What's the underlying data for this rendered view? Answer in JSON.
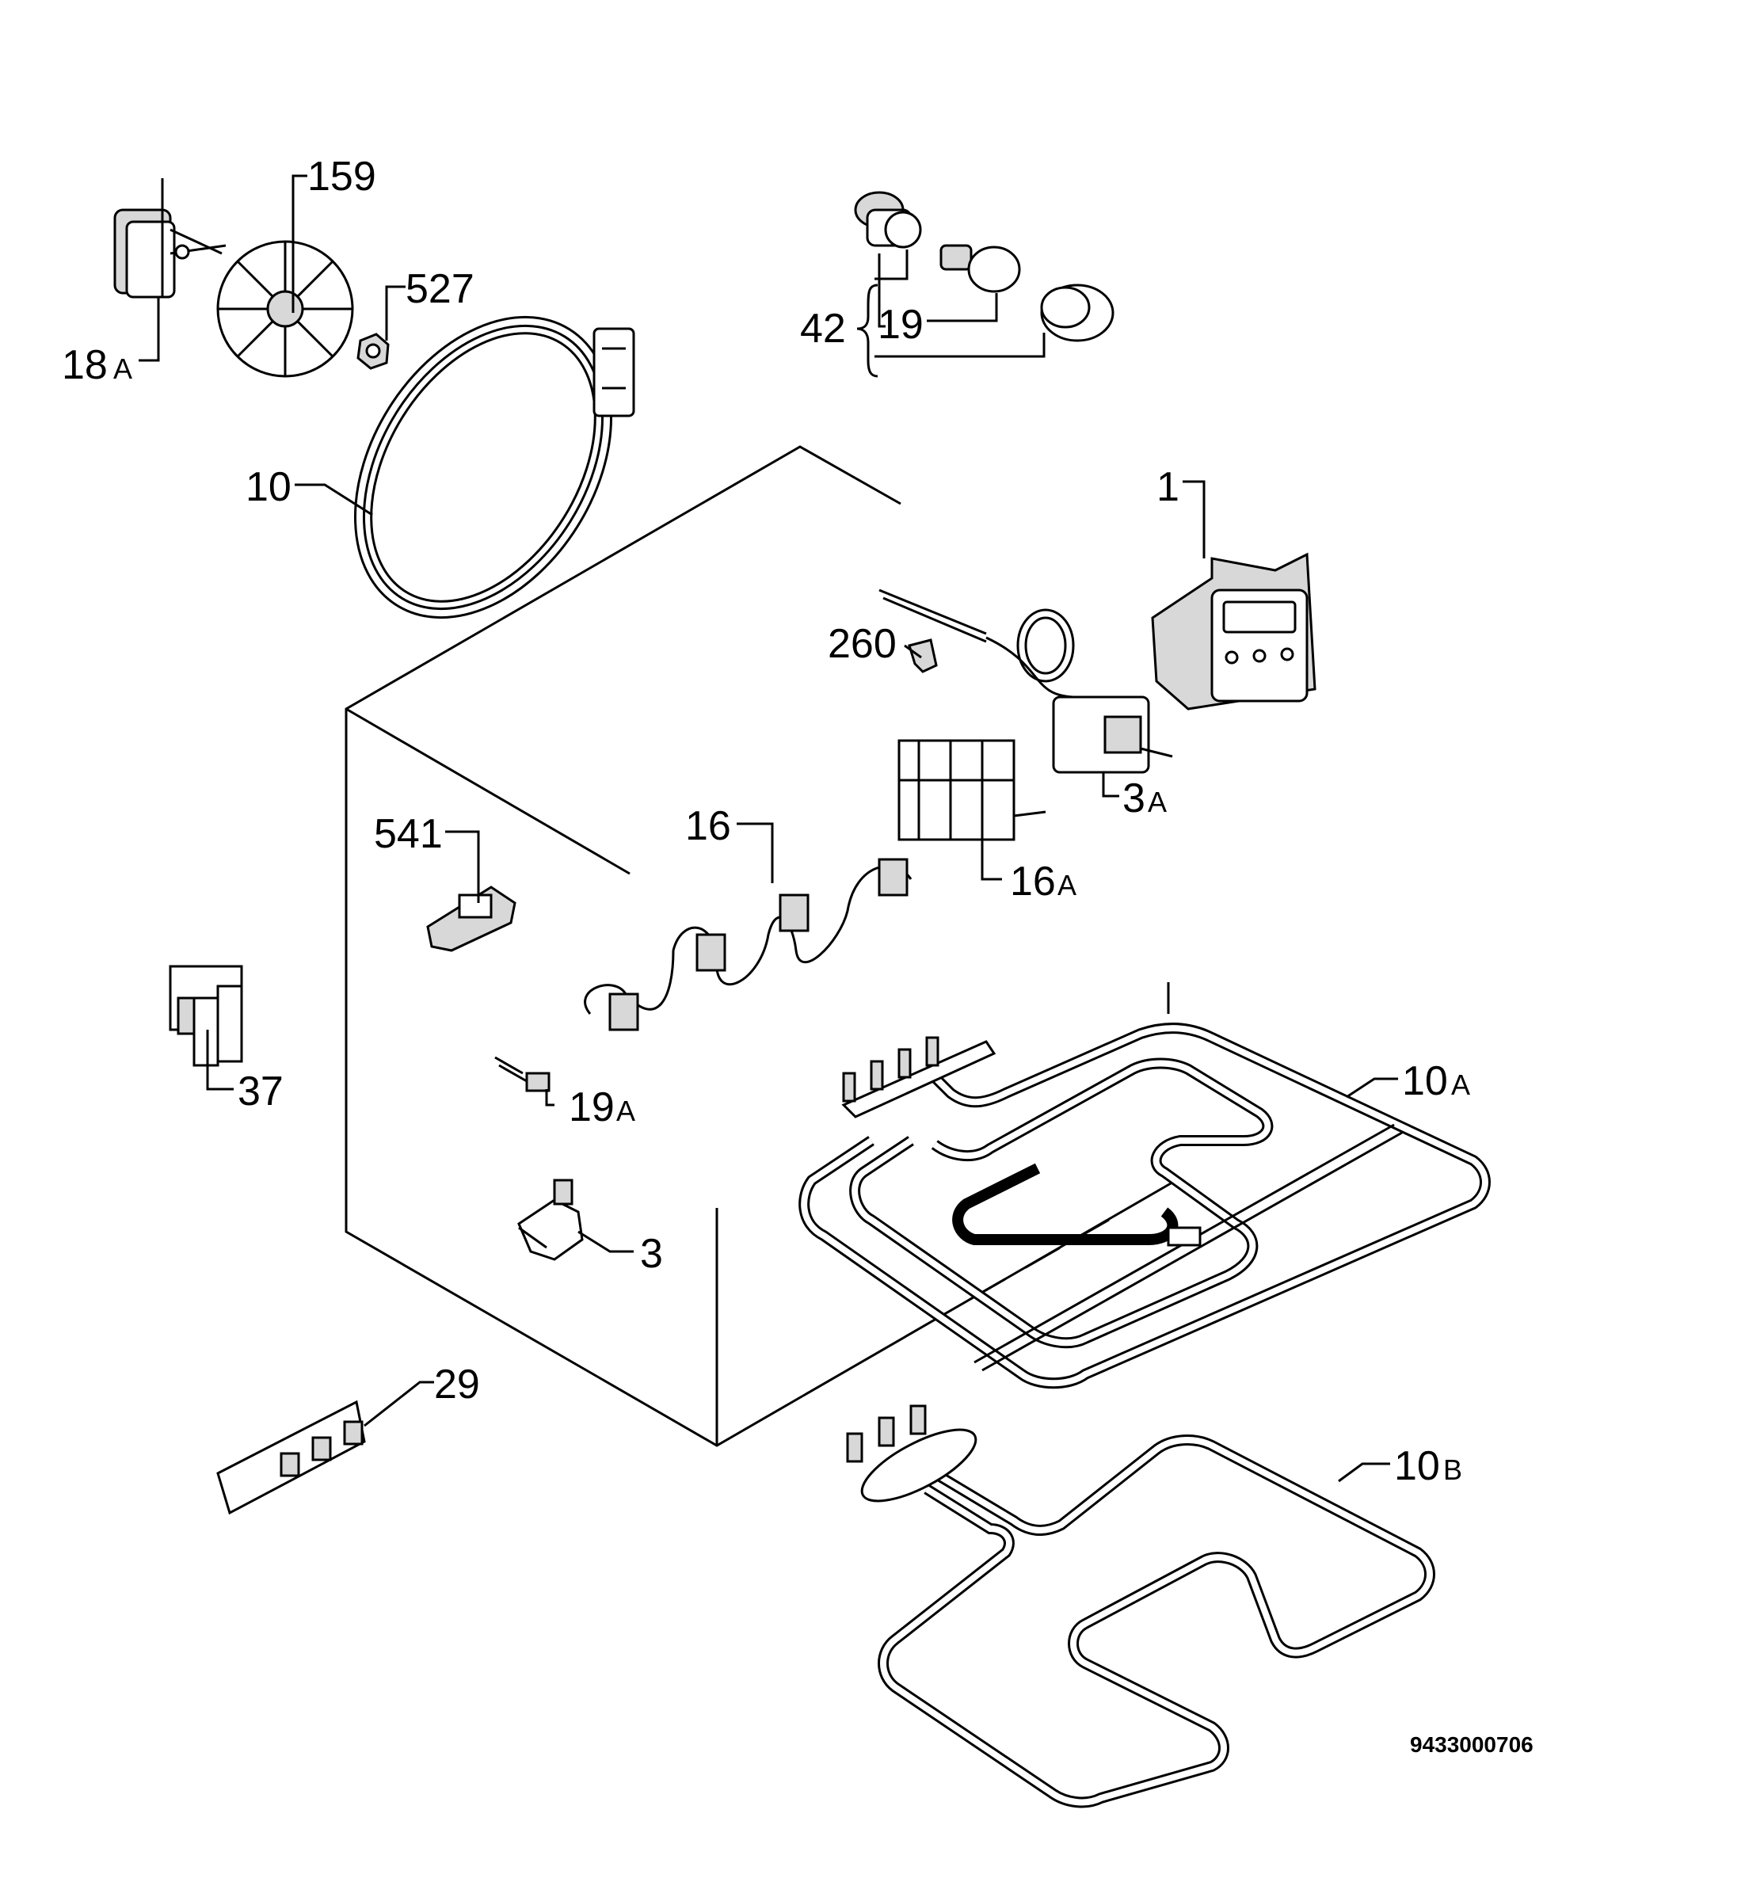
{
  "callouts": {
    "c159": "159",
    "c527": "527",
    "c18": "18",
    "c18s": "A",
    "c42": "42",
    "c19": "19",
    "c10": "10",
    "c1": "1",
    "c260": "260",
    "c3a": "3",
    "c3as": "A",
    "c541": "541",
    "c16": "16",
    "c16a": "16",
    "c16as": "A",
    "c37": "37",
    "c19a": "19",
    "c19as": "A",
    "c10a": "10",
    "c10as": "A",
    "c3": "3",
    "c29": "29",
    "c10b": "10",
    "c10bs": "B"
  },
  "document_code": "9433000706"
}
